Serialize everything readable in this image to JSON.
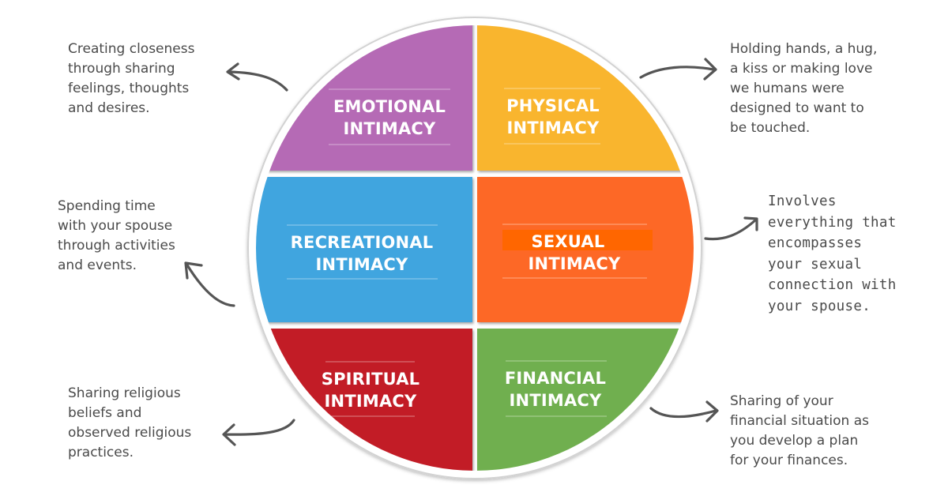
{
  "diagram": {
    "segments": [
      {
        "id": "emotional",
        "line1": "EMOTIONAL",
        "line2": "INTIMACY",
        "color": "#B56BB5",
        "description": "Creating closeness\nthrough sharing\nfeelings, thoughts\nand desires."
      },
      {
        "id": "physical",
        "line1": "PHYSICAL",
        "line2": "INTIMACY",
        "color": "#F9B52E",
        "description": "Holding hands, a hug,\na kiss or making love\nwe humans were\ndesigned to want to\nbe touched."
      },
      {
        "id": "recreational",
        "line1": "RECREATIONAL",
        "line2": "INTIMACY",
        "color": "#3FA5DF",
        "description": "Spending time\nwith your spouse\nthrough activities\nand events."
      },
      {
        "id": "sexual",
        "line1": "SEXUAL",
        "line2": "INTIMACY",
        "color": "#FD6728",
        "highlight_color": "#FF6600",
        "description": "Involves\neverything that\nencompasses\nyour sexual\nconnection with\nyour spouse."
      },
      {
        "id": "spiritual",
        "line1": "SPIRITUAL",
        "line2": "INTIMACY",
        "color": "#C21D28",
        "description": "Sharing religious\nbeliefs and\nobserved religious\npractices."
      },
      {
        "id": "financial",
        "line1": "FINANCIAL",
        "line2": "INTIMACY",
        "color": "#70AF50",
        "description": "Sharing of your\nfinancial situation as\nyou develop a plan\nfor your finances."
      }
    ],
    "colors": {
      "ring": "#ffffff",
      "ring_outline": "#cfcfcf",
      "arrow": "#555555",
      "text": "#4a4a4a"
    }
  }
}
